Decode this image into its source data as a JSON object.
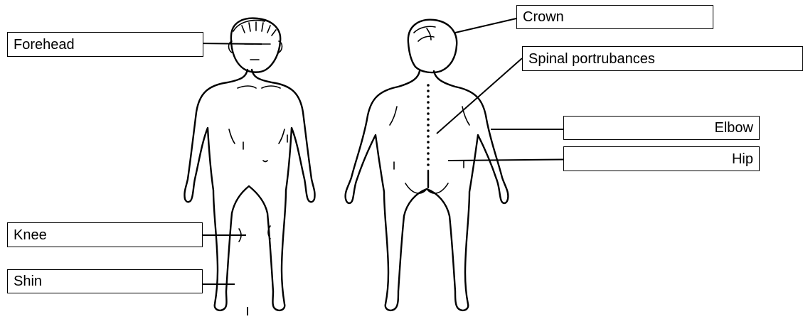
{
  "diagram": {
    "labels": {
      "forehead": "Forehead",
      "crown": "Crown",
      "spinal": "Spinal portrubances",
      "elbow": "Elbow",
      "hip": "Hip",
      "knee": "Knee",
      "shin": "Shin"
    },
    "colors": {
      "line": "#000000",
      "background": "#ffffff"
    }
  }
}
